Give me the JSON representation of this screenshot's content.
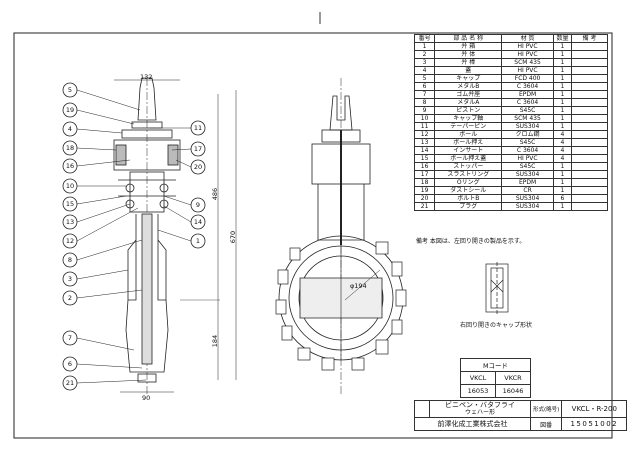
{
  "parts_header": {
    "no": "番号",
    "name": "部 品 名 称",
    "material": "材 質",
    "qty": "数量",
    "remarks": "備 考"
  },
  "parts": [
    {
      "no": "1",
      "name": "弁 箱",
      "material": "HI PVC",
      "qty": "1"
    },
    {
      "no": "2",
      "name": "弁 体",
      "material": "HI PVC",
      "qty": "1"
    },
    {
      "no": "3",
      "name": "弁 棒",
      "material": "SCM 435",
      "qty": "1"
    },
    {
      "no": "4",
      "name": "蓋",
      "material": "HI PVC",
      "qty": "1"
    },
    {
      "no": "5",
      "name": "キャップ",
      "material": "FCD 400",
      "qty": "1"
    },
    {
      "no": "6",
      "name": "メタルB",
      "material": "C 3604",
      "qty": "1"
    },
    {
      "no": "7",
      "name": "ゴム弁座",
      "material": "EPDM",
      "qty": "1"
    },
    {
      "no": "8",
      "name": "メタルA",
      "material": "C 3604",
      "qty": "1"
    },
    {
      "no": "9",
      "name": "ピストン",
      "material": "S45C",
      "qty": "1"
    },
    {
      "no": "10",
      "name": "キャップ軸",
      "material": "SCM 435",
      "qty": "1"
    },
    {
      "no": "11",
      "name": "テーパーピン",
      "material": "SUS304",
      "qty": "1"
    },
    {
      "no": "12",
      "name": "ボール",
      "material": "クロム鋼",
      "qty": "4"
    },
    {
      "no": "13",
      "name": "ボール押え",
      "material": "S45C",
      "qty": "4"
    },
    {
      "no": "14",
      "name": "インサート",
      "material": "C 3604",
      "qty": "4"
    },
    {
      "no": "15",
      "name": "ボール押え蓋",
      "material": "HI PVC",
      "qty": "4"
    },
    {
      "no": "16",
      "name": "ストッパー",
      "material": "S45C",
      "qty": "1"
    },
    {
      "no": "17",
      "name": "スラストリング",
      "material": "SUS304",
      "qty": "1"
    },
    {
      "no": "18",
      "name": "Oリング",
      "material": "EPDM",
      "qty": "1"
    },
    {
      "no": "19",
      "name": "ダストシール",
      "material": "CR",
      "qty": "1"
    },
    {
      "no": "20",
      "name": "ボルトB",
      "material": "SUS304",
      "qty": "6"
    },
    {
      "no": "21",
      "name": "プラグ",
      "material": "SUS304",
      "qty": "1"
    }
  ],
  "note": "備考 本図は、左回り開きの製品を示す。",
  "cap_caption": "右回り開きのキャップ形状",
  "m_code": {
    "title": "Mコード",
    "cols": [
      "VKCL",
      "VKCR"
    ],
    "vals": [
      "16053",
      "16046"
    ]
  },
  "title_block": {
    "product": "ビニペン・バタフライ",
    "subtitle": "ウェハー形",
    "model_label": "形式(略号)",
    "model": "VKCL・R-200",
    "company": "前澤化成工業株式会社",
    "drawing_no_label": "図番",
    "drawing_no": "15051002"
  },
  "dims": {
    "d132": "132",
    "d486": "486",
    "d670": "670",
    "d184": "184",
    "d90": "90",
    "d194": "φ194"
  },
  "callouts_left": [
    "5",
    "19",
    "4",
    "18",
    "16",
    "10",
    "15",
    "13",
    "12",
    "8",
    "3",
    "2",
    "7",
    "6",
    "21"
  ],
  "callouts_right": [
    "11",
    "17",
    "20",
    "9",
    "14",
    "1"
  ]
}
